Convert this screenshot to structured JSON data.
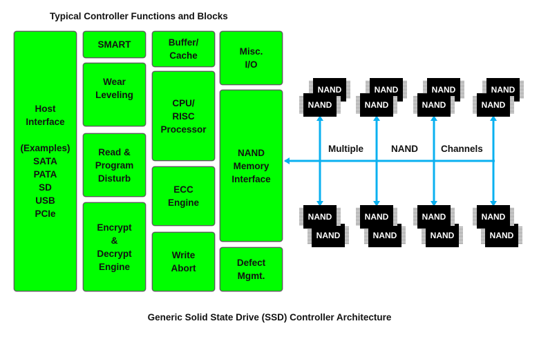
{
  "diagram": {
    "title": "Typical Controller Functions and Blocks",
    "caption": "Generic Solid State Drive (SSD) Controller Architecture",
    "colors": {
      "block_fill": "#00ff00",
      "chip_fill": "#000000",
      "bus": "#0ab0f0"
    },
    "blocks": {
      "host_interface": "Host\nInterface\n\n(Examples)\nSATA\nPATA\nSD\nUSB\nPCIe",
      "smart": "SMART",
      "wear_leveling": "Wear\nLeveling\n\n",
      "read_program_disturb": "Read &\nProgram\nDisturb",
      "encrypt_decrypt": "Encrypt\n&\nDecrypt\nEngine",
      "buffer_cache": "Buffer/\nCache",
      "cpu_risc": "CPU/\nRISC\nProcessor",
      "ecc_engine": "ECC\nEngine",
      "write_abort": "Write\nAbort",
      "misc_io": "Misc.\nI/O",
      "nand_memory_interface": "NAND\nMemory\nInterface",
      "defect_mgmt": "Defect\nMgmt."
    },
    "channel_labels": [
      "Multiple",
      "NAND",
      "Channels"
    ],
    "nand_chip_label": "NAND",
    "channel_count": 4,
    "chips_per_group": 2
  }
}
